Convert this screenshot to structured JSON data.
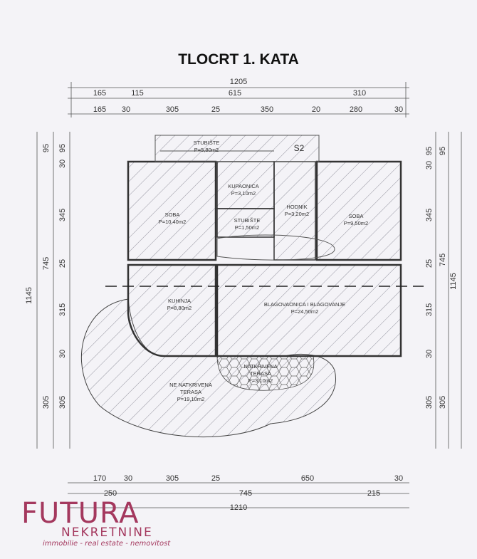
{
  "title": "TLOCRT 1. KATA",
  "dimensions": {
    "top_total": "1205",
    "top_row1": [
      "165",
      "115",
      "615",
      "310"
    ],
    "top_row2": [
      "165",
      "30",
      "305",
      "25",
      "350",
      "20",
      "280",
      "30"
    ],
    "bottom_row1": [
      "170",
      "30",
      "305",
      "25",
      "650",
      "30"
    ],
    "bottom_row2": [
      "250",
      "745",
      "215"
    ],
    "bottom_total": "1210",
    "left_outer": "1145",
    "left_mid": "745",
    "left_inner": [
      "95",
      "30",
      "345",
      "25",
      "315",
      "30",
      "305"
    ],
    "right_outer": "1145",
    "right_mid": "745",
    "right_inner": [
      "95",
      "30",
      "345",
      "25",
      "315",
      "30",
      "305"
    ]
  },
  "rooms": {
    "stubiste_top": {
      "name": "STUBIŠTE",
      "area": "P=5,80m2"
    },
    "s2": "S2",
    "kupaonica": {
      "name": "KUPAONICA",
      "area": "P=3,10m2"
    },
    "hodnik": {
      "name": "HODNIK",
      "area": "P=3,20m2"
    },
    "stubiste_mid": {
      "name": "STUBIŠTE",
      "area": "P=1,50m2"
    },
    "soba_left": {
      "name": "SOBA",
      "area": "P=10,40m2"
    },
    "soba_right": {
      "name": "SOBA",
      "area": "P=9,50m2"
    },
    "kuhinja": {
      "name": "KUHINJA",
      "area": "P=8,80m2"
    },
    "blagovaonica": {
      "name": "BLAGOVAONICA I BLAGOVANJE",
      "area": "P=24,50m2"
    },
    "natkrivena": {
      "name1": "NATKRIVENA",
      "name2": "TERASA",
      "area": "P=3,10m2"
    },
    "ne_natkrivena": {
      "name1": "NE NATKRIVENA",
      "name2": "TERASA",
      "area": "P=19,10m2"
    }
  },
  "logo": {
    "main": "FUTURA",
    "sub": "NEKRETNINE",
    "tagline": "immobilie - real estate - nemovitost"
  }
}
